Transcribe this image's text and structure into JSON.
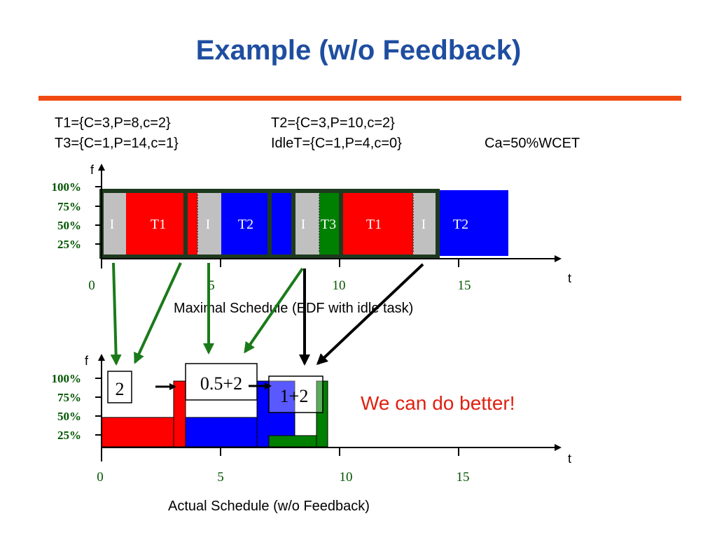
{
  "title": "Example (w/o Feedback)",
  "task_defs": {
    "t1": "T1={C=3,P=8,c=2}",
    "t2": "T2={C=3,P=10,c=2}",
    "t3": "T3={C=1,P=14,c=1}",
    "idle": "IdleT={C=1,P=4,c=0}",
    "ca": "Ca=50%WCET"
  },
  "axes": {
    "f_label": "f",
    "t_label": "t",
    "y_ticks": [
      "100%",
      "75%",
      "50%",
      "25%"
    ],
    "x_ticks": [
      "0",
      "5",
      "10",
      "15"
    ]
  },
  "top_chart": {
    "caption": "Maximal Schedule (EDF with idle task)",
    "block_labels": {
      "i1": "I",
      "t1a": "T1",
      "i2": "I",
      "t2a": "T2",
      "i3": "I",
      "t3": "T3",
      "t1b": "T1",
      "i4": "I",
      "t2b": "T2"
    }
  },
  "bottom_chart": {
    "caption": "Actual Schedule (w/o Feedback)",
    "boxes": {
      "b1": "2",
      "b2": "0.5+2",
      "b3": "1+2"
    }
  },
  "callout": "We can do better!",
  "colors": {
    "title": "#1f4ea0",
    "rule": "#f04a12",
    "t1": "#ff0000",
    "t2": "#0000ff",
    "t3": "#008000",
    "idle": "#c0c0c0",
    "frame": "#1e3a1e",
    "tick": "#005500",
    "callout": "#e02010"
  }
}
